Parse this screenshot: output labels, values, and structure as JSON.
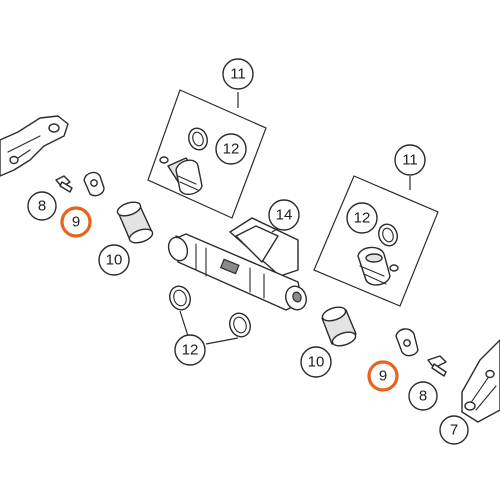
{
  "accent_color": "#e8641e",
  "line_color": "#2b2b2b",
  "callouts": [
    {
      "id": "c11a",
      "label": "11",
      "highlight": false
    },
    {
      "id": "c12a",
      "label": "12",
      "highlight": false
    },
    {
      "id": "c8a",
      "label": "8",
      "highlight": false
    },
    {
      "id": "c9a",
      "label": "9",
      "highlight": true
    },
    {
      "id": "c10a",
      "label": "10",
      "highlight": false
    },
    {
      "id": "c14",
      "label": "14",
      "highlight": false
    },
    {
      "id": "c11b",
      "label": "11",
      "highlight": false
    },
    {
      "id": "c12b",
      "label": "12",
      "highlight": false
    },
    {
      "id": "c12c",
      "label": "12",
      "highlight": false
    },
    {
      "id": "c10b",
      "label": "10",
      "highlight": false
    },
    {
      "id": "c9b",
      "label": "9",
      "highlight": true
    },
    {
      "id": "c8b",
      "label": "8",
      "highlight": false
    },
    {
      "id": "c7",
      "label": "7",
      "highlight": false
    }
  ]
}
